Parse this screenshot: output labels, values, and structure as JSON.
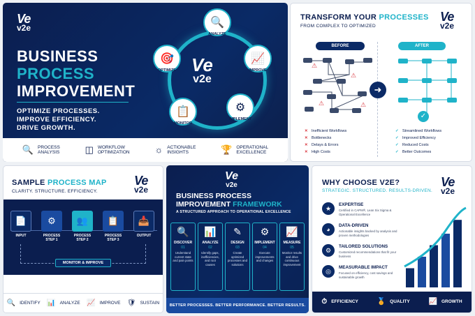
{
  "logo": {
    "mark": "Ve",
    "text": "v2e"
  },
  "p1": {
    "title_line1": "BUSINESS",
    "title_line2": "PROCESS",
    "title_line3": "IMPROVEMENT",
    "tagline1": "OPTIMIZE PROCESSES.",
    "tagline2": "IMPROVE EFFICIENCY.",
    "tagline3": "DRIVE GROWTH.",
    "cycle": [
      "ANALYZE",
      "IMPROVE",
      "IMPLEMENT",
      "MONITOR",
      "OPTIMIZE"
    ],
    "bar_items": [
      {
        "line1": "PROCESS",
        "line2": "ANALYSIS",
        "icon": "magnifier-icon"
      },
      {
        "line1": "WORKFLOW",
        "line2": "OPTIMIZATION",
        "icon": "workflow-icon"
      },
      {
        "line1": "ACTIONABLE",
        "line2": "INSIGHTS",
        "icon": "bulb-icon"
      },
      {
        "line1": "OPERATIONAL",
        "line2": "EXCELLENCE",
        "icon": "trophy-icon"
      }
    ]
  },
  "p2": {
    "title_a": "TRANSFORM YOUR ",
    "title_b": "PROCESSES",
    "subtitle": "FROM COMPLEX TO OPTIMIZED",
    "before_label": "BEFORE",
    "after_label": "AFTER",
    "before_list": [
      "Inefficient Workflows",
      "Bottlenecks",
      "Delays & Errors",
      "High Costs"
    ],
    "after_list": [
      "Streamlined Workflows",
      "Improved Efficiency",
      "Reduced Costs",
      "Better Outcomes"
    ],
    "colors": {
      "before": "#0b2a66",
      "after": "#1fb3c9",
      "bad": "#d9363e",
      "good": "#1fb3c9"
    }
  },
  "p3": {
    "title_a": "SAMPLE ",
    "title_b": "PROCESS MAP",
    "subtitle": "CLARITY. STRUCTURE. EFFICIENCY.",
    "steps": [
      "INPUT",
      "PROCESS STEP 1",
      "PROCESS STEP 2",
      "PROCESS STEP 3",
      "OUTPUT"
    ],
    "loop_label": "MONITOR & IMPROVE",
    "bottom": [
      "IDENTIFY",
      "ANALYZE",
      "IMPROVE",
      "SUSTAIN"
    ]
  },
  "p4": {
    "title_a": "BUSINESS PROCESS",
    "title_b": "IMPROVEMENT ",
    "title_c": "FRAMEWORK",
    "subtitle": "A STRUCTURED APPROACH TO OPERATIONAL EXCELLENCE",
    "columns": [
      {
        "title": "DISCOVER",
        "num": "01",
        "desc": "Understand current state and pain points"
      },
      {
        "title": "ANALYZE",
        "num": "02",
        "desc": "Identify gaps, inefficiencies, and root causes"
      },
      {
        "title": "DESIGN",
        "num": "03",
        "desc": "Create optimized processes and solutions"
      },
      {
        "title": "IMPLEMENT",
        "num": "04",
        "desc": "Execute improvements and changes"
      },
      {
        "title": "MEASURE",
        "num": "05",
        "desc": "Monitor results and drive continuous improvement"
      }
    ],
    "footer": "BETTER PROCESSES. BETTER PERFORMANCE. BETTER RESULTS."
  },
  "p5": {
    "title": "WHY CHOOSE V2E?",
    "subtitle": "STRATEGIC. STRUCTURED. RESULTS-DRIVEN.",
    "features": [
      {
        "title": "EXPERTISE",
        "desc": "Certified in CAPM®, Lean Six Sigma & Operational Excellence"
      },
      {
        "title": "DATA-DRIVEN",
        "desc": "Actionable insights backed by analysis and proven methodologies"
      },
      {
        "title": "TAILORED SOLUTIONS",
        "desc": "Customized recommendations that fit your business"
      },
      {
        "title": "MEASURABLE IMPACT",
        "desc": "Focused on efficiency, cost savings and sustainable growth"
      }
    ],
    "bottom": [
      "EFFICIENCY",
      "QUALITY",
      "GROWTH"
    ],
    "growth_bars": [
      0.25,
      0.4,
      0.55,
      0.7,
      0.88
    ]
  }
}
